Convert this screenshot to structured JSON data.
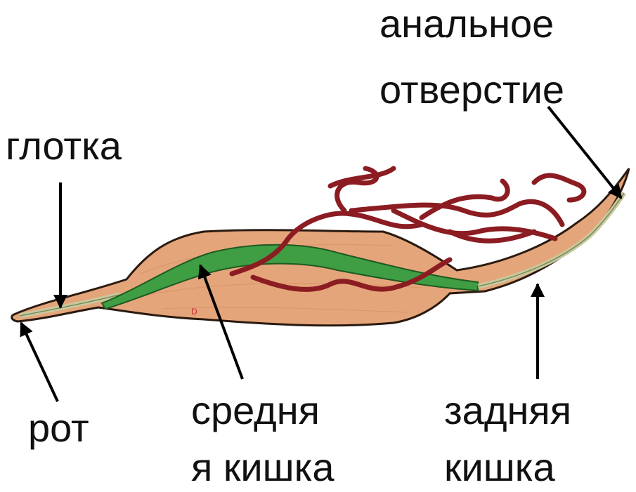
{
  "labels": {
    "anal_opening_line1": "анальное",
    "anal_opening_line2": "отверстие",
    "pharynx": "глотка",
    "mouth": "рот",
    "midgut_line1": "средня",
    "midgut_line2": "я кишка",
    "hindgut_line1": "задняя",
    "hindgut_line2": "кишка"
  },
  "colors": {
    "body_fill": "#e5a57a",
    "body_outline": "#2a1a10",
    "midgut": "#3f9e44",
    "hindgut_canal": "#c8c9a0",
    "reproductive_tubes": "#8b1c22",
    "arrow": "#000000"
  }
}
